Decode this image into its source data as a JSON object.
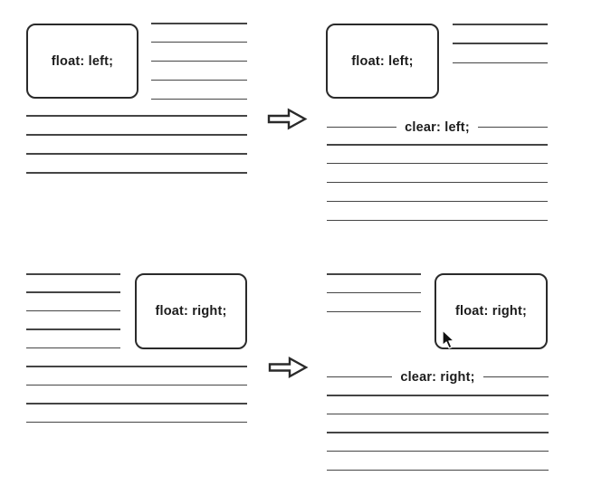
{
  "diagram": {
    "panels": {
      "float_left_before": {
        "box_label": "float: left;",
        "side_line_count": 5,
        "full_line_count": 4
      },
      "float_left_after": {
        "box_label": "float: left;",
        "side_line_count": 3,
        "clear_label": "clear: left;",
        "full_line_count": 5
      },
      "float_right_before": {
        "box_label": "float: right;",
        "side_line_count": 5,
        "full_line_count": 4
      },
      "float_right_after": {
        "box_label": "float: right;",
        "side_line_count": 3,
        "clear_label": "clear: right;",
        "full_line_count": 5
      }
    },
    "icons": {
      "top_arrow": "right-arrow",
      "bottom_arrow": "right-arrow",
      "cursor": "mouse-pointer"
    },
    "colors": {
      "background": "#ffffff",
      "line": "#454545",
      "box_border": "#2a2a2a",
      "text": "#1c1c1c"
    }
  }
}
